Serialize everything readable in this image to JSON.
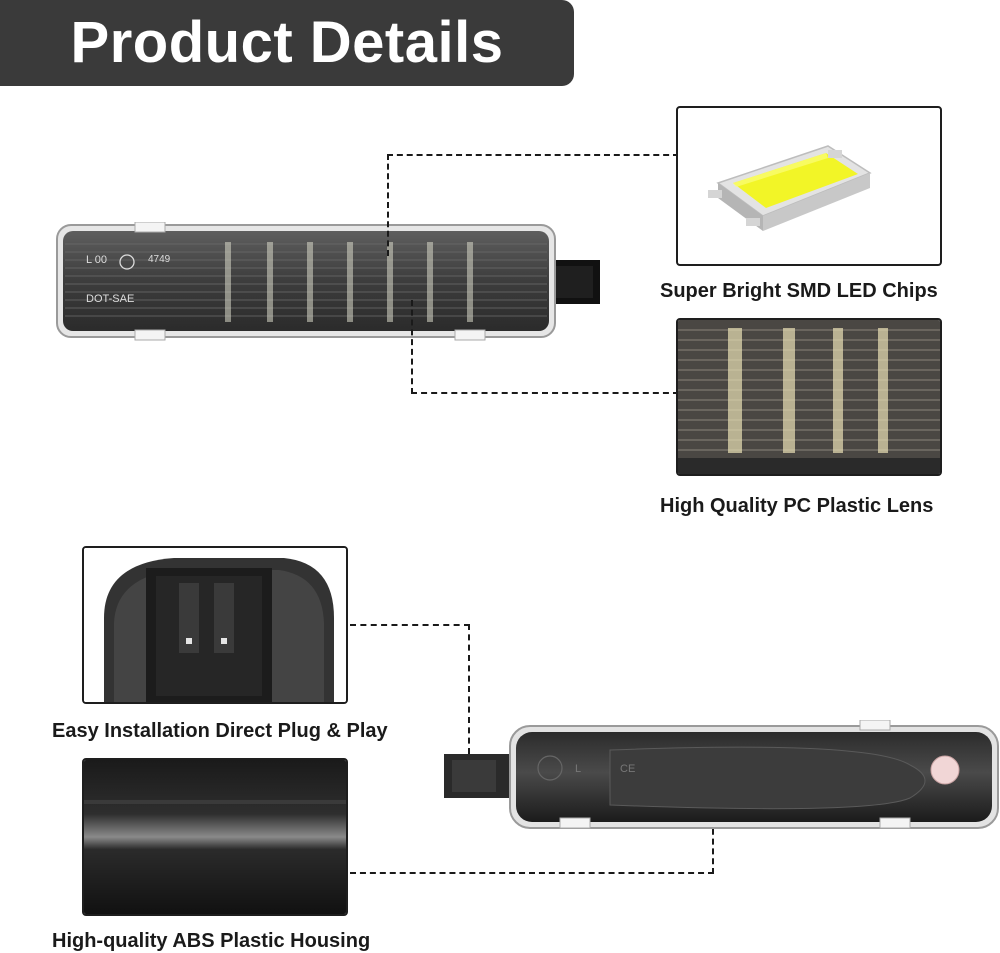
{
  "banner": {
    "title": "Product Details"
  },
  "features": {
    "led_chips": "Super Bright SMD LED Chips",
    "lens": "High Quality PC Plastic Lens",
    "installation": "Easy Installation Direct Plug & Play",
    "housing": "High-quality ABS Plastic Housing"
  },
  "lamp_front": {
    "mark_l": "L 00",
    "mark_code": "4749",
    "mark_dot": "DOT-SAE"
  },
  "lamp_back": {
    "mark_l": "L",
    "mark_ce": "CE"
  },
  "icons": [
    "smd-led-chip-icon",
    "pc-lens-closeup",
    "plug-connector-closeup",
    "abs-housing-closeup"
  ],
  "colors": {
    "banner": "#3a3a3a",
    "led_chip": "#f2f527",
    "text": "#1a1a1a"
  }
}
